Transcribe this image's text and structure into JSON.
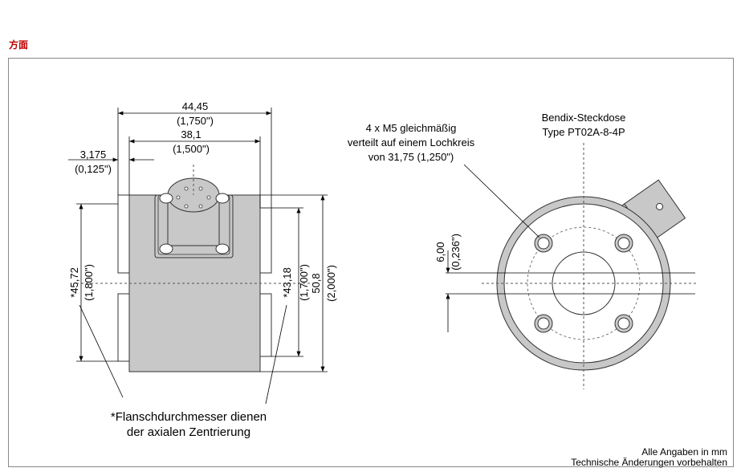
{
  "heading": "方面",
  "dims": {
    "width_total_mm": "44,45",
    "width_total_in": "(1,750\")",
    "width_inner_mm": "38,1",
    "width_inner_in": "(1,500\")",
    "offset_mm": "3,175",
    "offset_in": "(0,125\")",
    "flange_mm": "*45,72",
    "flange_in": "(1,800\")",
    "inner_h_mm": "*43,18",
    "inner_h_in": "(1,700\")",
    "height_mm": "50,8",
    "height_in": "(2,000\")",
    "shaft_mm": "6,00",
    "shaft_in": "(0,236\")"
  },
  "labels": {
    "holes_line1": "4 x M5 gleichmäßig",
    "holes_line2": "verteilt auf einem Lochkreis",
    "holes_line3": "von 31,75 (1,250\")",
    "connector_line1": "Bendix-Steckdose",
    "connector_line2": "Type PT02A-8-4P",
    "footnote_line1": "*Flanschdurchmesser dienen",
    "footnote_line2": "der axialen Zentrierung",
    "footer_line1": "Alle Angaben in mm",
    "footer_line2": "Technische Änderungen vorbehalten"
  },
  "colors": {
    "body_fill": "#c8c8c8",
    "ring_fill": "#c8c8c8",
    "heading": "#c00000"
  }
}
